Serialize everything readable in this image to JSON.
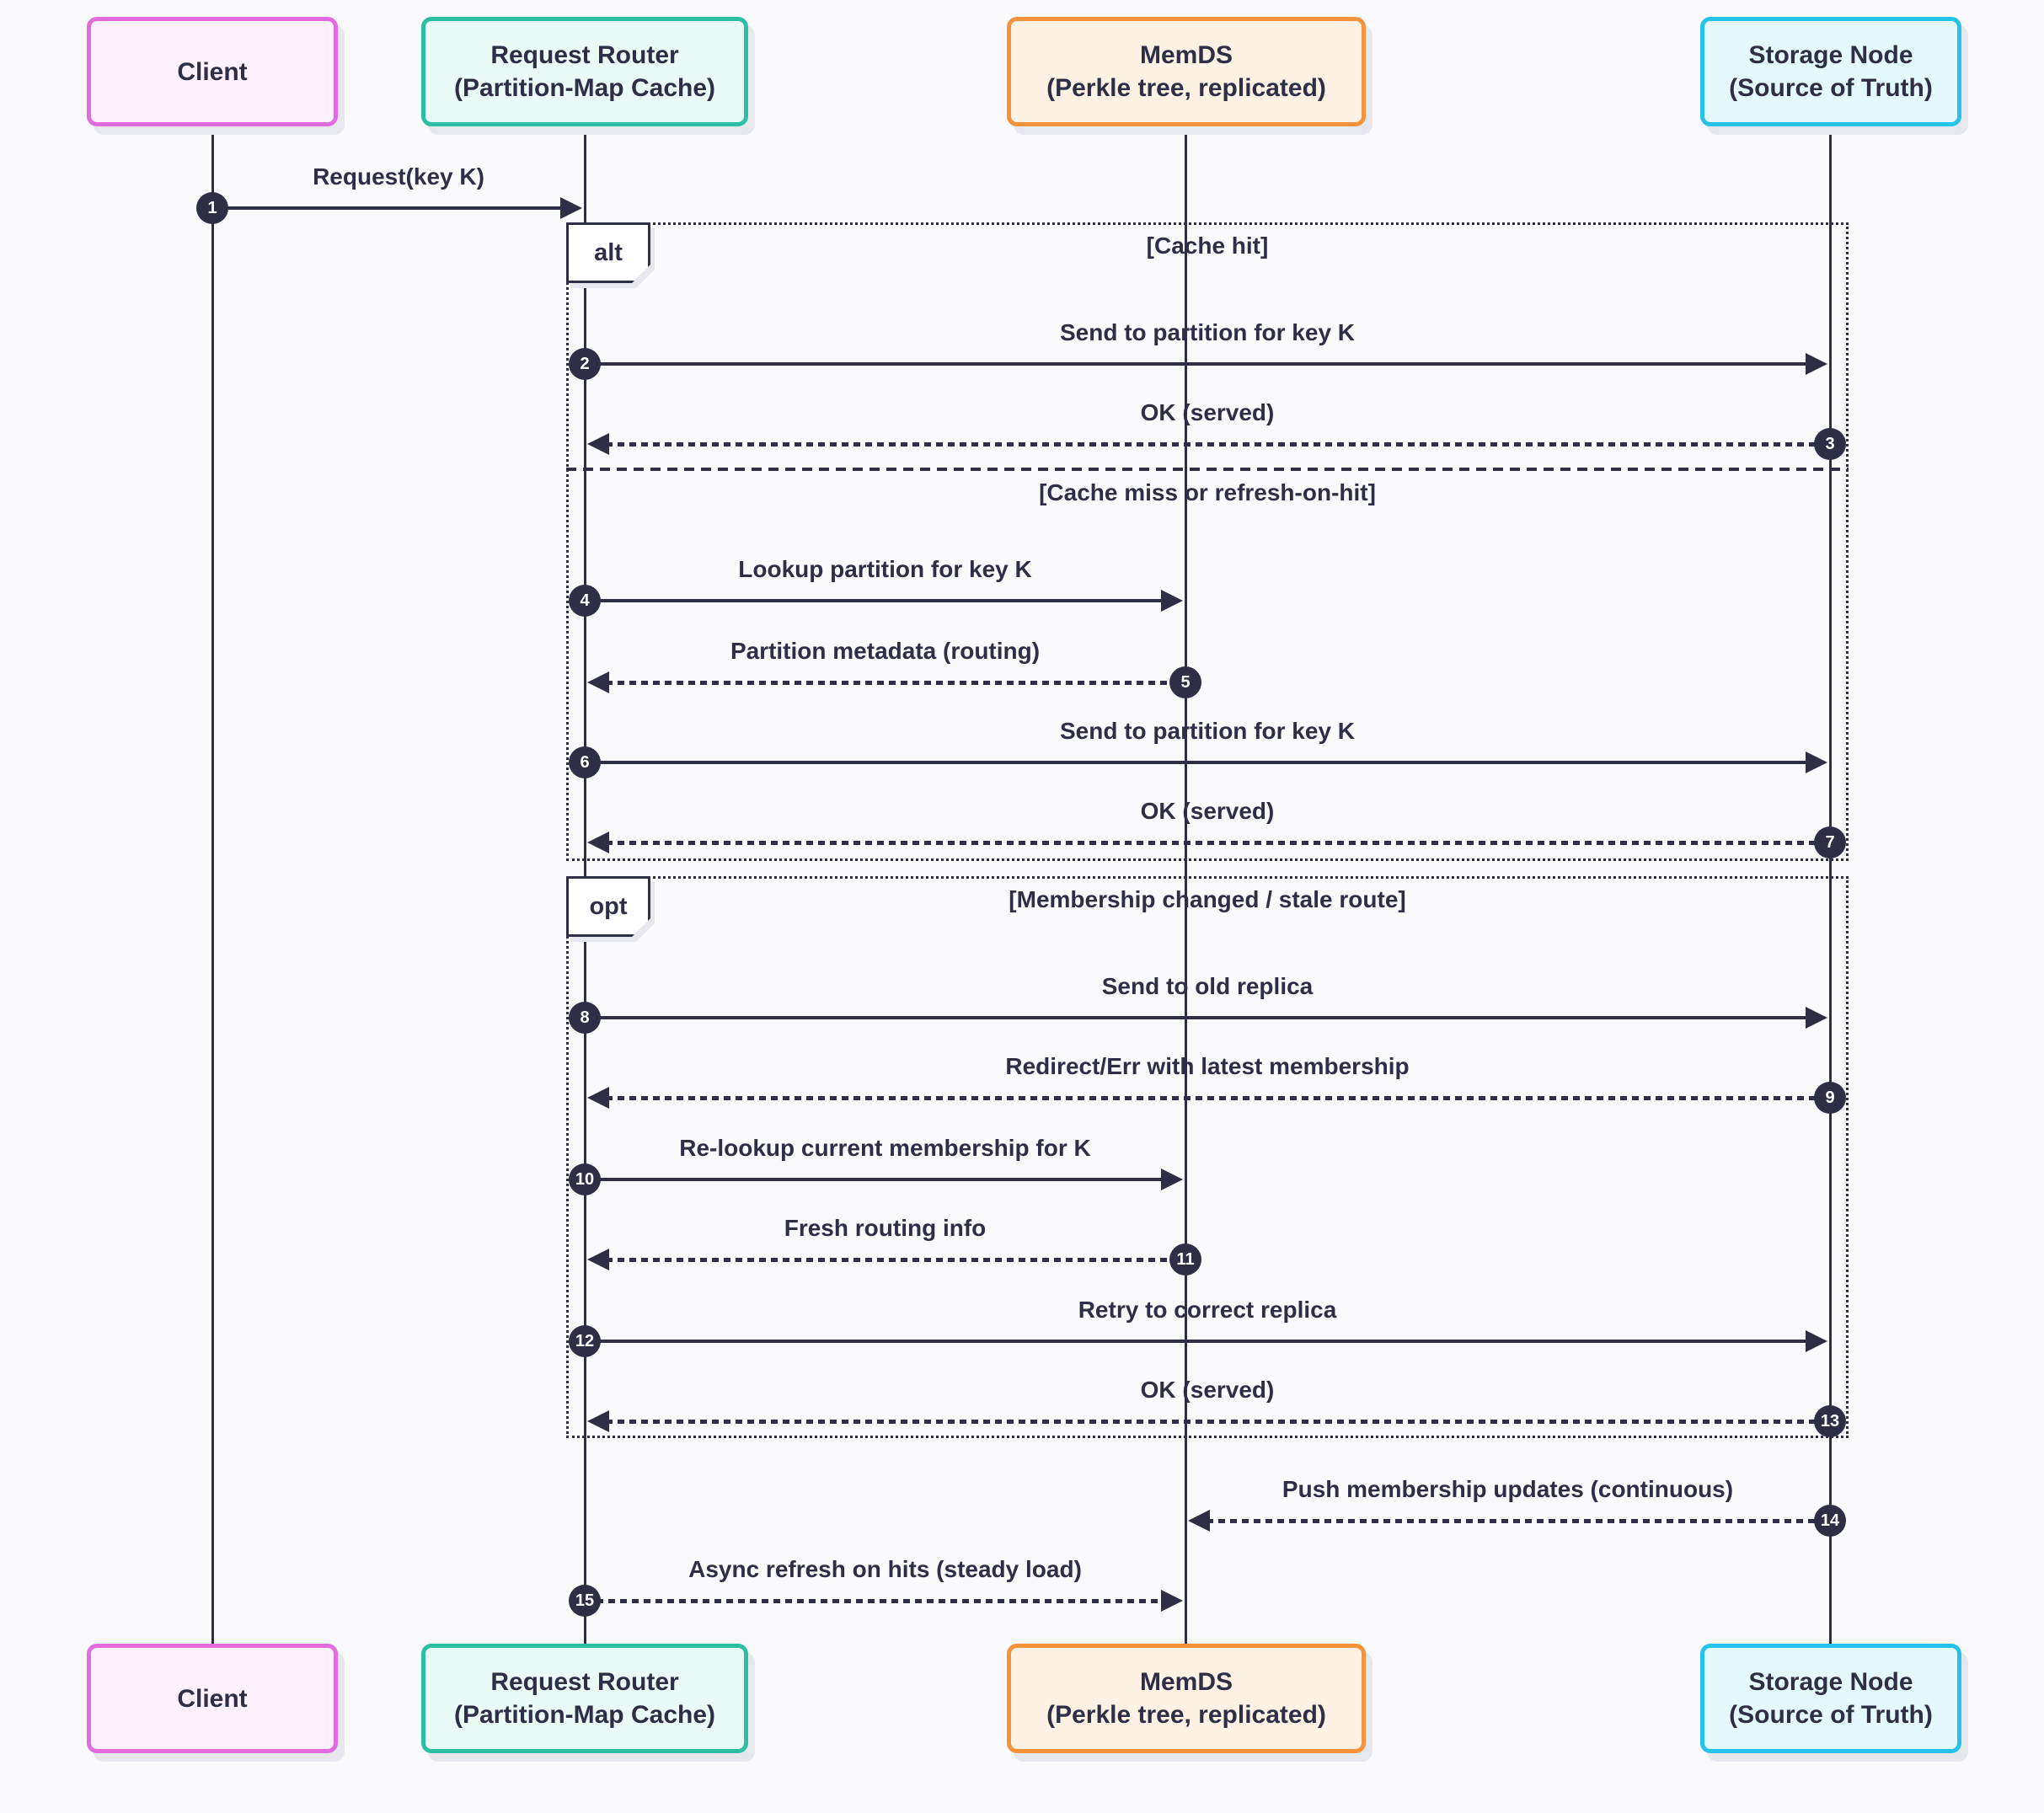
{
  "diagram": {
    "type": "sequence",
    "colors": {
      "ink": "#2e2e47",
      "background": "#fafafc",
      "shadow": "#e7e7ee",
      "frame_label_fill": "#ffffff",
      "badge_fill": "#2e2e47",
      "badge_text": "#ffffff"
    },
    "participants": [
      {
        "id": "client",
        "lines": [
          "Client"
        ],
        "border": "#e06ce0",
        "fill": "#fcf1fd"
      },
      {
        "id": "router",
        "lines": [
          "Request Router",
          "(Partition-Map Cache)"
        ],
        "border": "#2cbfa6",
        "fill": "#eafaf6"
      },
      {
        "id": "memds",
        "lines": [
          "MemDS",
          "(Perkle tree, replicated)"
        ],
        "border": "#f5923c",
        "fill": "#fdf2e4"
      },
      {
        "id": "storage",
        "lines": [
          "Storage Node",
          "(Source of Truth)"
        ],
        "border": "#25c2e9",
        "fill": "#e4f9fd"
      }
    ],
    "frames": [
      {
        "label": "alt",
        "sections": [
          {
            "guard": "[Cache hit]"
          },
          {
            "guard": "[Cache miss or refresh-on-hit]"
          }
        ]
      },
      {
        "label": "opt",
        "sections": [
          {
            "guard": "[Membership changed / stale route]"
          }
        ]
      }
    ],
    "messages": [
      {
        "number": 1,
        "from": "client",
        "to": "router",
        "style": "solid",
        "label": "Request(key K)"
      },
      {
        "number": 2,
        "from": "router",
        "to": "storage",
        "style": "solid",
        "label": "Send to partition for key K"
      },
      {
        "number": 3,
        "from": "storage",
        "to": "router",
        "style": "dotted",
        "label": "OK (served)"
      },
      {
        "number": 4,
        "from": "router",
        "to": "memds",
        "style": "solid",
        "label": "Lookup partition for key K"
      },
      {
        "number": 5,
        "from": "memds",
        "to": "router",
        "style": "dotted",
        "label": "Partition metadata (routing)"
      },
      {
        "number": 6,
        "from": "router",
        "to": "storage",
        "style": "solid",
        "label": "Send to partition for key K"
      },
      {
        "number": 7,
        "from": "storage",
        "to": "router",
        "style": "dotted",
        "label": "OK (served)"
      },
      {
        "number": 8,
        "from": "router",
        "to": "storage",
        "style": "solid",
        "label": "Send to old replica"
      },
      {
        "number": 9,
        "from": "storage",
        "to": "router",
        "style": "dotted",
        "label": "Redirect/Err with latest membership"
      },
      {
        "number": 10,
        "from": "router",
        "to": "memds",
        "style": "solid",
        "label": "Re-lookup current membership for K"
      },
      {
        "number": 11,
        "from": "memds",
        "to": "router",
        "style": "dotted",
        "label": "Fresh routing info"
      },
      {
        "number": 12,
        "from": "router",
        "to": "storage",
        "style": "solid",
        "label": "Retry to correct replica"
      },
      {
        "number": 13,
        "from": "storage",
        "to": "router",
        "style": "dotted",
        "label": "OK (served)"
      },
      {
        "number": 14,
        "from": "storage",
        "to": "memds",
        "style": "dotted",
        "label": "Push membership updates (continuous)"
      },
      {
        "number": 15,
        "from": "router",
        "to": "memds",
        "style": "dotted",
        "label": "Async refresh on hits (steady load)"
      }
    ]
  }
}
